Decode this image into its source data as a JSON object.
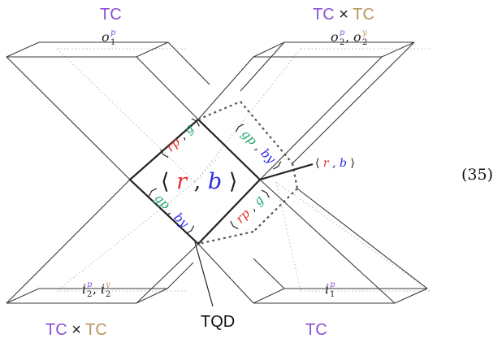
{
  "colors": {
    "purple": "#8a50d6",
    "tan": "#b8965c",
    "red": "#e52b2b",
    "green": "#1fa36a",
    "blue": "#2a2ae0",
    "line": "#3a3a3a",
    "dotted": "#b8b8b8"
  },
  "labels": {
    "top_left_tc": "TC",
    "top_right_tc1": "TC",
    "top_right_times": "×",
    "top_right_tc2": "TC",
    "bottom_left_tc1": "TC",
    "bottom_left_times": "×",
    "bottom_left_tc2": "TC",
    "bottom_right_tc": "TC",
    "tqd": "TQD",
    "eq_number": "(35)",
    "o1": "o",
    "o1_sup": "p",
    "o1_sub": "1",
    "o2p": "o",
    "o2p_sup": "p",
    "o2p_sub": "2",
    "comma": ",",
    "o2y": "o",
    "o2y_sup": "y",
    "o2y_sub": "2",
    "i2p": "i",
    "i2p_sup": "p",
    "i2p_sub": "2",
    "i2y": "i",
    "i2y_sup": "y",
    "i2y_sub": "2",
    "i1": "i",
    "i1_sup": "p",
    "i1_sub": "1",
    "center_lang": "⟨",
    "center_r": "r",
    "center_comma": ", ",
    "center_b": "b",
    "center_rang": "⟩",
    "side_rb_lang": "⟨",
    "side_rb_r": "r",
    "side_rb_comma": ", ",
    "side_rb_b": "b",
    "side_rb_rang": "⟩",
    "edge_rp_g": {
      "lang": "⟨",
      "rp": "rp",
      "comma": ", ",
      "g": "g",
      "rang": "⟩"
    },
    "edge_gp_by": {
      "lang": "⟨",
      "gp": "gp",
      "comma": ", ",
      "by": "by",
      "rang": "⟩"
    }
  }
}
